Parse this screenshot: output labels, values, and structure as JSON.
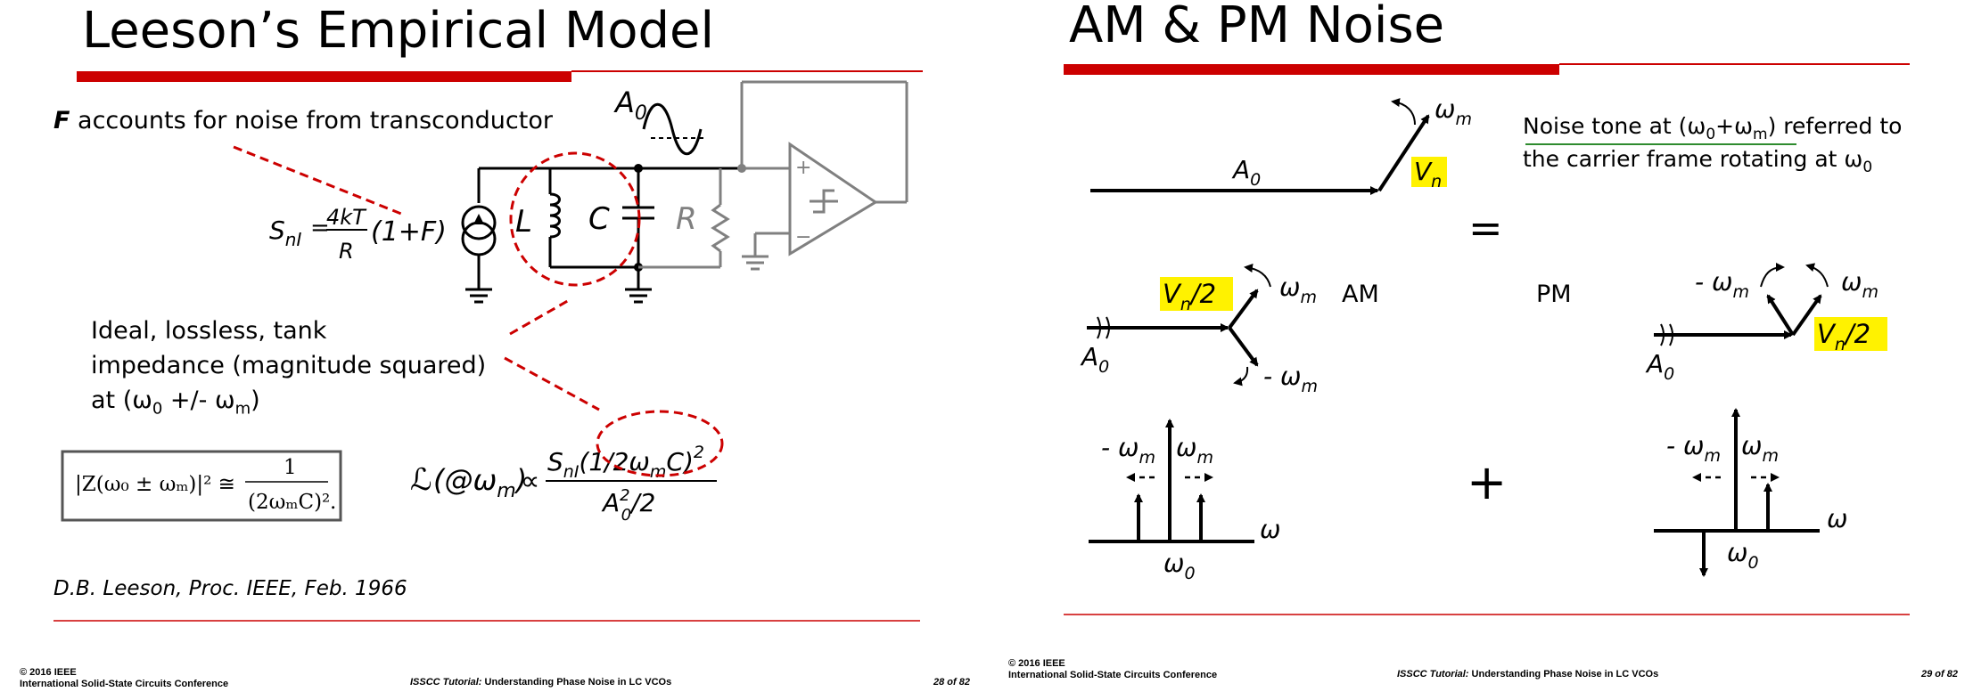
{
  "left": {
    "title": "Leeson’s Empirical Model",
    "f_bold": "F",
    "f_rest": " accounts for noise from transconductor",
    "circuit": {
      "A0": "A",
      "A0_sub": "0",
      "L": "L",
      "C": "C",
      "R": "R",
      "plus": "+",
      "minus": "−"
    },
    "snI": {
      "S": "S",
      "sub": "nI",
      "eq": "=",
      "num": "4kT",
      "den": "R",
      "paren": "(1+F)"
    },
    "ideal_line1": "Ideal, lossless, tank",
    "ideal_line2": "impedance (magnitude squared)",
    "ideal_line3_pre": "at (ω",
    "ideal_line3_sub0": "0",
    "ideal_line3_mid": " +/- ω",
    "ideal_line3_subm": "m",
    "ideal_line3_post": ")",
    "z_formula": {
      "lhs": "|Z(ω₀ ± ωₘ)|² ≅",
      "num": "1",
      "den": "(2ωₘC)²",
      "dot": "."
    },
    "leeson_formula": {
      "L": "ℒ",
      "arg": "(@ω",
      "arg_sub": "m",
      "arg_close": ")",
      "prop": "∝",
      "num_S": "S",
      "num_sub": "nI",
      "num_paren": "(1/2ω",
      "num_sub2": "m",
      "num_C": "C)",
      "num_sq": "2",
      "den": "A",
      "den_sup": "2",
      "den_sub": "0",
      "den_rest": "/2"
    },
    "citation": "D.B. Leeson, Proc. IEEE, Feb. 1966",
    "footer": {
      "copyright": "© 2016 IEEE",
      "conference": "International Solid-State Circuits Conference",
      "tutorial_italic": "ISSCC Tutorial:",
      "tutorial_title": " Understanding Phase Noise in LC VCOs",
      "page": "28 of 82"
    }
  },
  "right": {
    "title": "AM & PM Noise",
    "noise_tone_line1_pre": "Noise tone at (ω",
    "noise_tone_sub0": "0",
    "noise_tone_plus": "+ω",
    "noise_tone_subm": "m",
    "noise_tone_line1_post": ") referred to",
    "noise_tone_line2": "the carrier frame rotating at ω",
    "noise_tone_line2_sub": "0",
    "equals": "=",
    "plus": "+",
    "AM": "AM",
    "PM": "PM",
    "labels": {
      "A": "A",
      "A_sub": "0",
      "Vn": "V",
      "Vn_sub": "n",
      "Vn2": "/2",
      "omega_m": "ω",
      "omega_m_sub": "m",
      "minus_omega_m": "- ω",
      "omega": "ω",
      "omega0_sub": "0"
    },
    "footer": {
      "copyright": "© 2016 IEEE",
      "conference": "International Solid-State Circuits Conference",
      "tutorial_italic": "ISSCC Tutorial:",
      "tutorial_title": " Understanding Phase Noise in LC VCOs",
      "page": "29 of 82"
    }
  },
  "colors": {
    "accent_red": "#cc0000",
    "highlight": "#fff200",
    "gray": "#808080"
  }
}
